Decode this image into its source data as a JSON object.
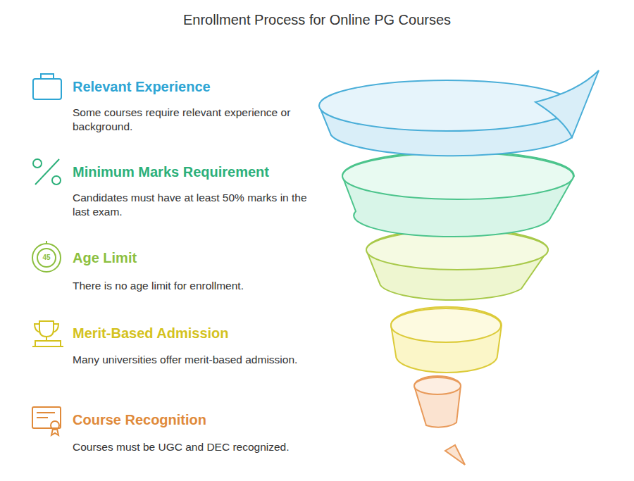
{
  "diagram": {
    "title": "Enrollment Process for Online PG Courses",
    "labels": [
      "Relevant Experience",
      "Some courses require relevant experience or background.",
      "Minimum Marks Requirement",
      "Candidates must have at least 50% marks in the last exam.",
      "45",
      "Age Limit",
      "There is no age limit for enrollment.",
      "Merit-Based Admission",
      "Many universities offer merit-based admission.",
      "Course Recognition",
      "Courses must be UGC and DEC recognized."
    ]
  }
}
